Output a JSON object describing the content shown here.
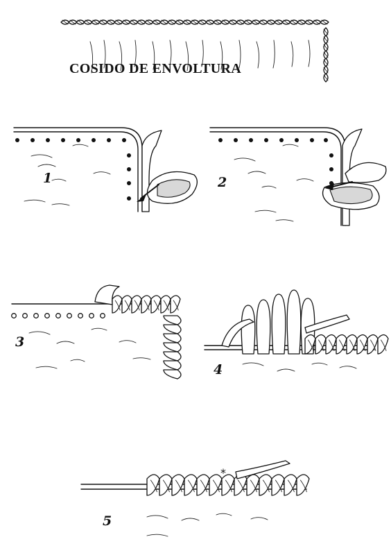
{
  "title": "COSIDO DE ENVOLTURA",
  "steps": [
    {
      "number": "1"
    },
    {
      "number": "2"
    },
    {
      "number": "3"
    },
    {
      "number": "4"
    },
    {
      "number": "5"
    }
  ],
  "annotations": {
    "star": "*"
  }
}
